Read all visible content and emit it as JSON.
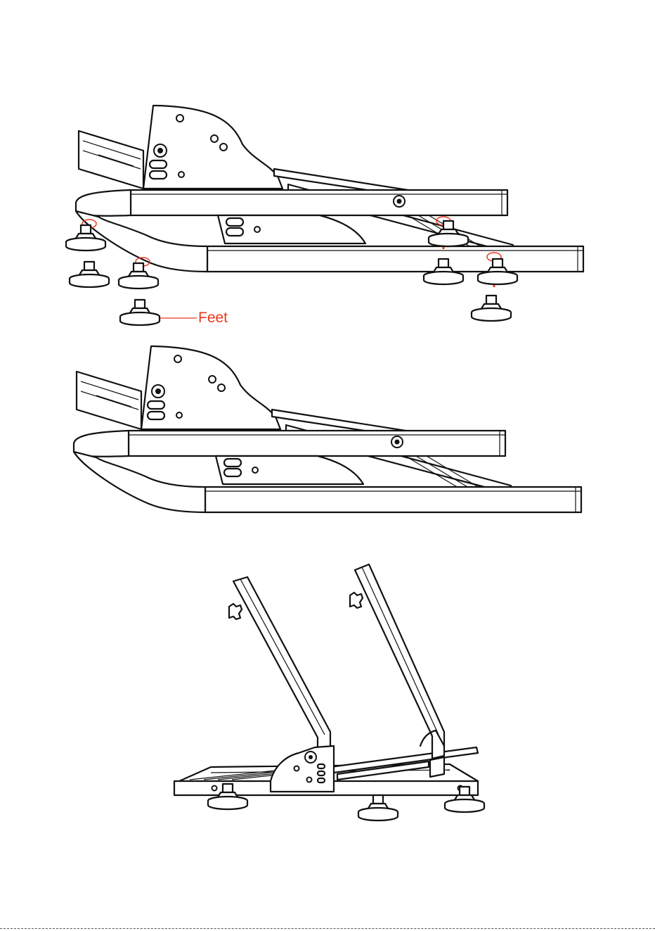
{
  "diagram": {
    "callout_label": "Feet",
    "accent_color": "#e8391d",
    "steps": [
      {
        "name": "step-1-attach-feet"
      },
      {
        "name": "step-2-feet-installed"
      },
      {
        "name": "step-3-assembled-stand"
      }
    ]
  }
}
